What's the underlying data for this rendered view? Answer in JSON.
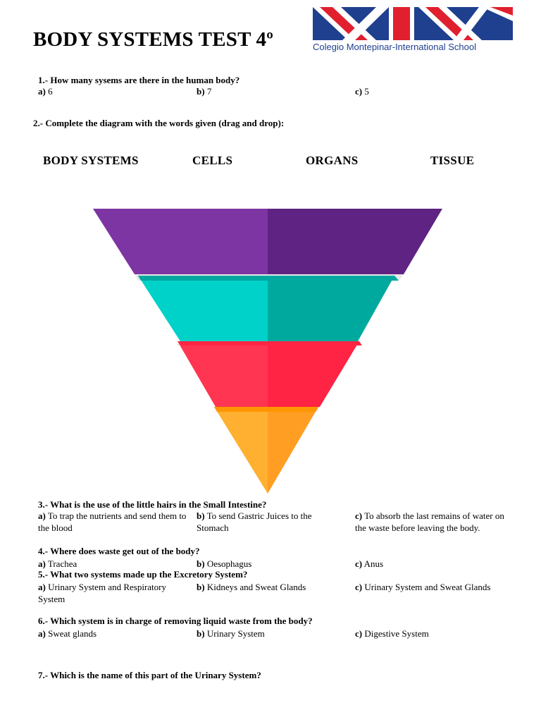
{
  "header": {
    "title": "BODY SYSTEMS TEST 4º",
    "school_name": "Colegio Montepinar-International School"
  },
  "q1": {
    "question": "1.- How many sysems are there in the human body?",
    "options": [
      {
        "letter": "a)",
        "text": "6"
      },
      {
        "letter": "b)",
        "text": "7"
      },
      {
        "letter": "c)",
        "text": "5"
      }
    ]
  },
  "q2": {
    "question": "2.- Complete the diagram with the words given (drag and drop):",
    "words": [
      "BODY SYSTEMS",
      "CELLS",
      "ORGANS",
      "TISSUE"
    ],
    "pyramid_colors": [
      "#7b35a0",
      "#00cbc6",
      "#ff2f4b",
      "#ffa726"
    ]
  },
  "q3": {
    "question": "3.- What is the use of the little hairs in the Small Intestine?",
    "options": [
      {
        "letter": "a)",
        "text": "To trap the nutrients and send them to the blood"
      },
      {
        "letter": "b)",
        "text": "To send Gastric Juices to the Stomach"
      },
      {
        "letter": "c)",
        "text": "To absorb the last remains of water on the waste before leaving the body."
      }
    ]
  },
  "q4": {
    "question": "4.- Where does waste get out of the body?",
    "options": [
      {
        "letter": "a)",
        "text": "Trachea"
      },
      {
        "letter": "b)",
        "text": "Oesophagus"
      },
      {
        "letter": "c)",
        "text": "Anus"
      }
    ]
  },
  "q5": {
    "question": "5.- What two systems made up the Excretory System?",
    "options": [
      {
        "letter": "a)",
        "text": "Urinary System and Respiratory System"
      },
      {
        "letter": "b)",
        "text": "Kidneys and Sweat Glands"
      },
      {
        "letter": "c)",
        "text": "Urinary System and Sweat Glands"
      }
    ]
  },
  "q6": {
    "question": "6.- Which system is in charge of removing liquid waste from the body?",
    "options": [
      {
        "letter": "a)",
        "text": "Sweat glands"
      },
      {
        "letter": "b)",
        "text": "Urinary System"
      },
      {
        "letter": "c)",
        "text": "Digestive System"
      }
    ]
  },
  "q7": {
    "question": "7.- Which is the name of this part of the Urinary System?"
  }
}
